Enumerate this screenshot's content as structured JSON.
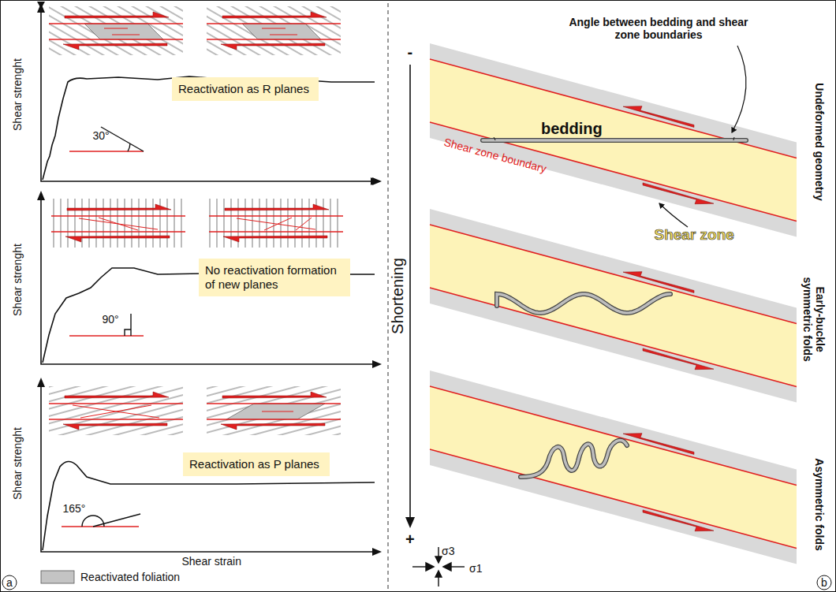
{
  "diagram": {
    "nodes": [
      {
        "text": [
          "Reactivation as R planes"
        ]
      },
      {
        "text": [
          "No reactivation formation of new planes"
        ]
      },
      {
        "text": [
          "Reactivation as P planes"
        ]
      }
    ],
    "labels": [
      "Shear strenght",
      "Shear strenght",
      "Shear strenght",
      "30°",
      "90°",
      "165°",
      "Shear strain",
      "a",
      "-",
      "Shortening",
      "+",
      "Angle between bedding and shear zone boundaries",
      "bedding",
      "Shear zone boundary",
      "Shear zone",
      "Undeformed geometry",
      "Early-buckle symmetric folds",
      "Asymmetric folds",
      "σ3",
      "σ1",
      "b"
    ],
    "legend": [
      {
        "text": "Reactivated foliation",
        "color": "#c4c4c4"
      }
    ]
  }
}
